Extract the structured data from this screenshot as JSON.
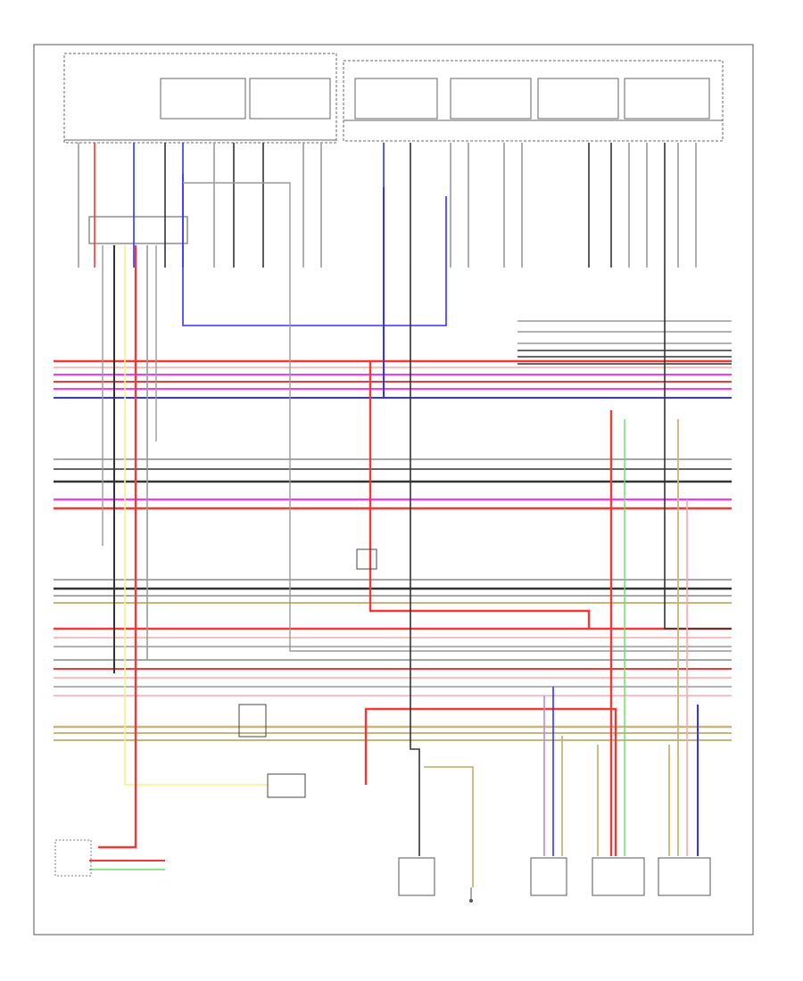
{
  "diagram": {
    "footer_label": "",
    "components": [
      {
        "id": "fuel-pump-resistor",
        "caption": [
          "",
          ""
        ]
      },
      {
        "id": "fuel-sender-gauge",
        "caption": [
          "",
          ""
        ]
      },
      {
        "id": "exhaust-sensor-1",
        "caption": [
          "",
          ""
        ]
      },
      {
        "id": "exhaust-sensor-2",
        "caption": [
          "",
          ""
        ]
      },
      {
        "id": "ground-point",
        "caption": [
          "",
          ""
        ]
      },
      {
        "id": "junction-connector",
        "caption": [
          "",
          ""
        ]
      },
      {
        "id": "ecm-relay",
        "caption": [
          "",
          ""
        ]
      },
      {
        "id": "lower-junction",
        "caption": [
          "",
          ""
        ]
      }
    ],
    "colors": {
      "red": "#f03a3a",
      "pink": "#f7a8a8",
      "magenta": "#ff33ff",
      "blue": "#3333ff",
      "black": "#333333",
      "gray": "#9a9a9a",
      "tan": "#c8b57a",
      "yellow": "#f5f08a",
      "green": "#66dd66",
      "violet": "#b58ce0",
      "brown": "#8b6b3a"
    }
  }
}
